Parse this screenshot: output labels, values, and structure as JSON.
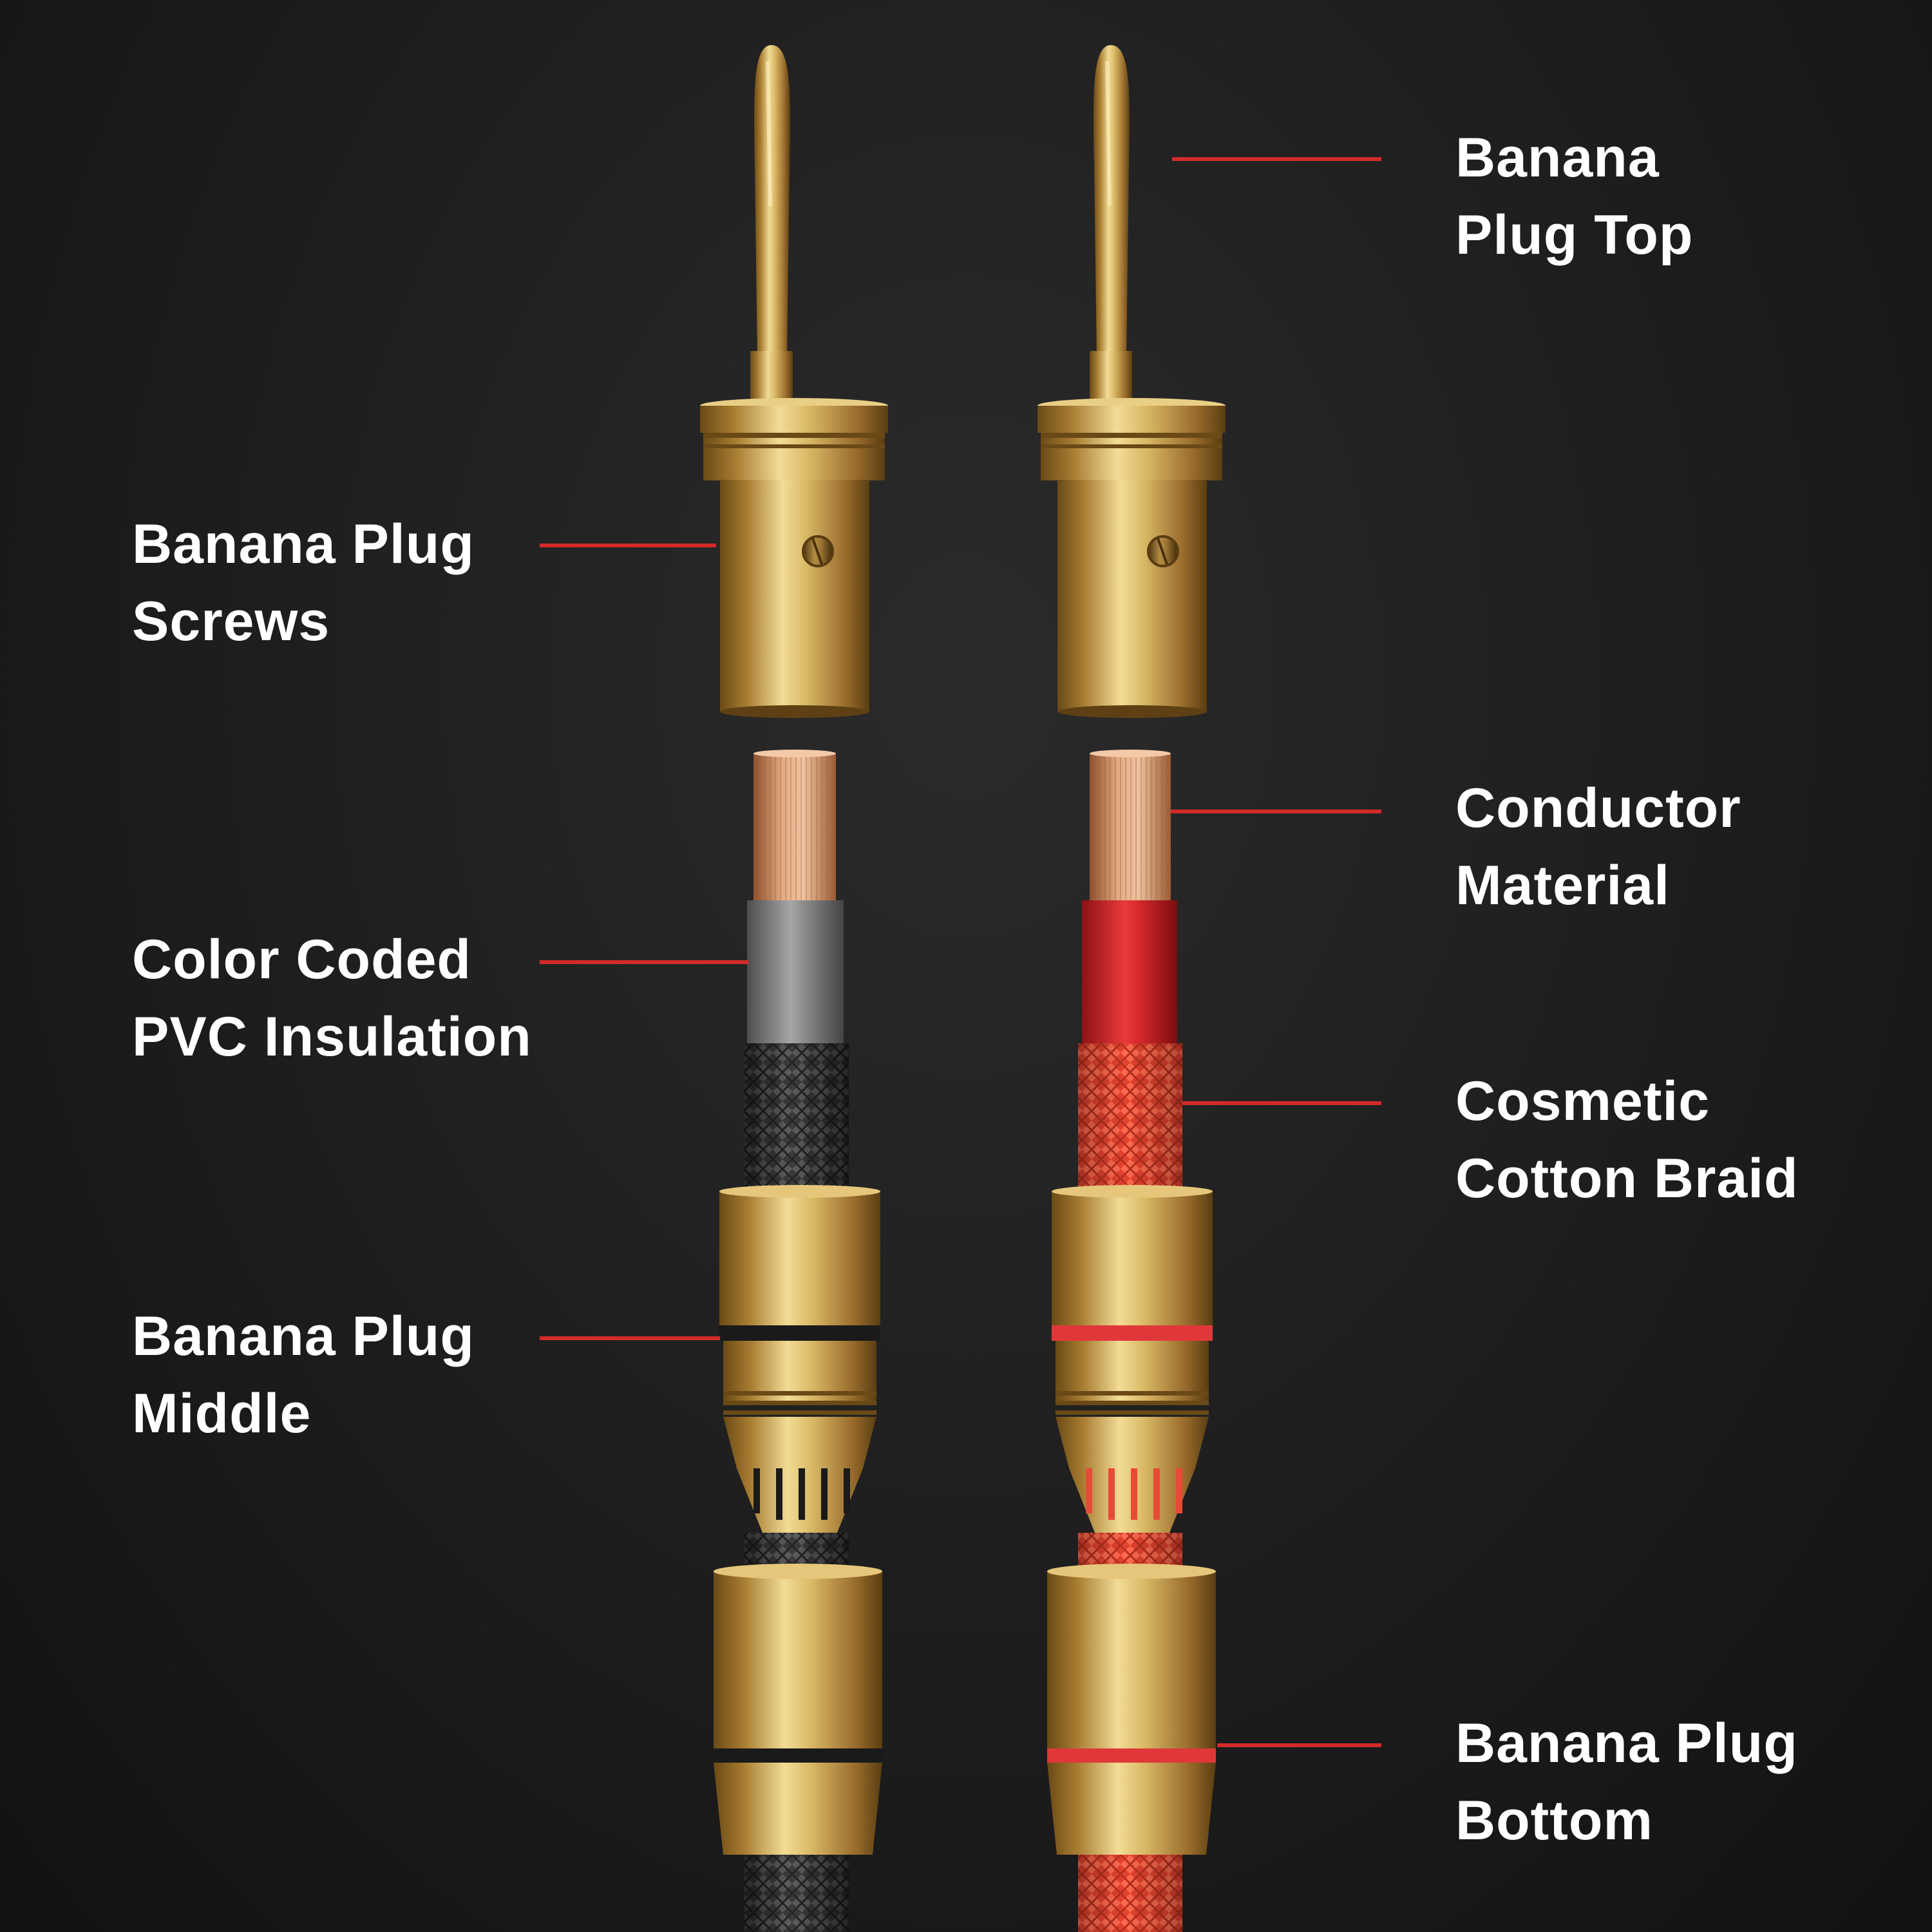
{
  "colors": {
    "background": "#1b1b1b",
    "leader_line": "#d42a2a",
    "label_text": "#ffffff",
    "gold": "#c9a24a",
    "copper": "#d89a6e",
    "insulation_left": "#8c8c8c",
    "insulation_right": "#d8262b",
    "braid_left": "#4a4a4a",
    "braid_right": "#f0553b"
  },
  "labels": {
    "plug_top": {
      "line1": "Banana",
      "line2": "Plug Top"
    },
    "screws": {
      "line1": "Banana Plug",
      "line2": "Screws"
    },
    "conductor": {
      "line1": "Conductor",
      "line2": "Material"
    },
    "insulation": {
      "line1": "Color Coded",
      "line2": "PVC Insulation"
    },
    "braid": {
      "line1": "Cosmetic",
      "line2": "Cotton Braid"
    },
    "middle": {
      "line1": "Banana Plug",
      "line2": "Middle"
    },
    "bottom": {
      "line1": "Banana Plug",
      "line2": "Bottom"
    }
  },
  "cables": [
    {
      "name": "left",
      "insulation": "grey",
      "braid": "dark-grey"
    },
    {
      "name": "right",
      "insulation": "red",
      "braid": "red-orange"
    }
  ]
}
